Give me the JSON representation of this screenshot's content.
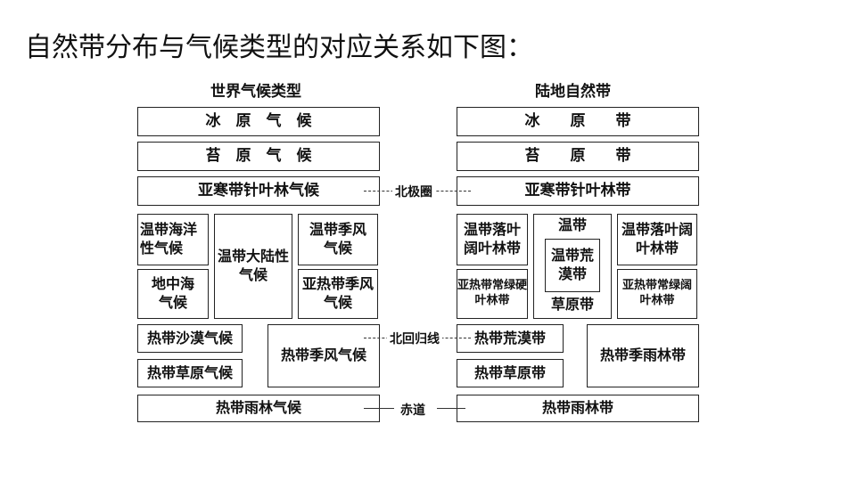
{
  "title": "自然带分布与气候类型的对应关系如下图：",
  "climate": {
    "header": "世界气候类型",
    "ice": "冰　原　气　候",
    "tundra": "苔　原　气　候",
    "subarctic": "亚寒带针叶林气候",
    "temp_maritime": "温带海洋性气候",
    "temp_continental": "温带大陆性气候",
    "temp_monsoon": "温带季风气候",
    "mediterranean": "地中海气候",
    "subtropical_monsoon": "亚热带季风气候",
    "tropical_desert": "热带沙漠气候",
    "tropical_savanna": "热带草原气候",
    "tropical_monsoon": "热带季风气候",
    "tropical_rainforest": "热带雨林气候"
  },
  "zones": {
    "header": "陆地自然带",
    "ice": "冰　　原　　带",
    "tundra": "苔　　原　　带",
    "taiga": "亚寒带针叶林带",
    "temp_deciduous_left": "温带落叶阔叶林带",
    "temp_top": "温带",
    "temp_desert": "温带荒漠带",
    "temp_grassland": "草原带",
    "temp_deciduous_right": "温带落叶阔叶林带",
    "subtrop_sclerophyll": "亚热带常绿硬叶林带",
    "subtrop_evergreen": "亚热带常绿阔叶林带",
    "tropical_desert": "热带荒漠带",
    "tropical_savanna": "热带草原带",
    "tropical_monsoon_forest": "热带季雨林带",
    "tropical_rainforest": "热带雨林带"
  },
  "lines": {
    "arctic_circle": "北极圈",
    "tropic_cancer": "北回归线",
    "equator": "赤道"
  }
}
